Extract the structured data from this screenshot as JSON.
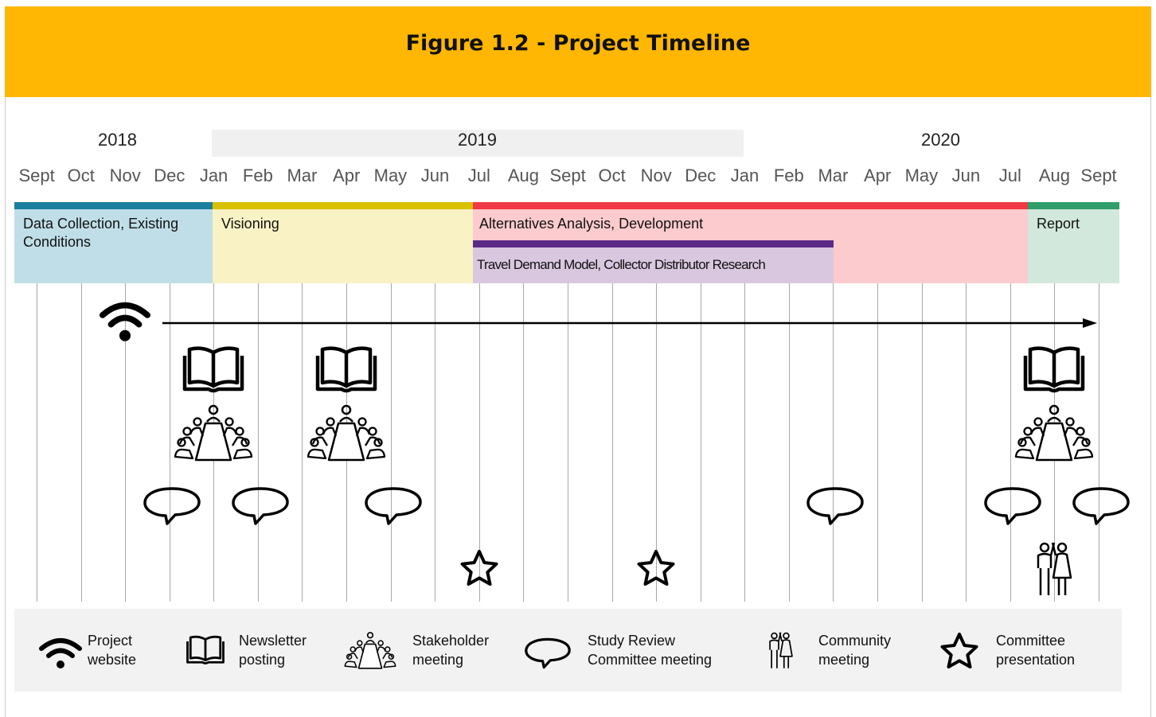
{
  "title": "Figure 1.2 - Project Timeline",
  "colors": {
    "header": "#FFB703",
    "phase_bar_1": "#1B7FA0",
    "phase_fill_1": "#C0DEE7",
    "phase_bar_2": "#D9C100",
    "phase_fill_2": "#F8F2C5",
    "phase_bar_3": "#F03B44",
    "phase_fill_3": "#FBCBCE",
    "phase_bar_4": "#2E9E6B",
    "phase_fill_4": "#D2E8DC",
    "subphase_bar": "#5B2A86",
    "subphase_fill": "#D9C7DF"
  },
  "years": [
    "2018",
    "2019",
    "2020"
  ],
  "months": [
    "Sept",
    "Oct",
    "Nov",
    "Dec",
    "Jan",
    "Feb",
    "Mar",
    "Apr",
    "May",
    "Jun",
    "Jul",
    "Aug",
    "Sept",
    "Oct",
    "Nov",
    "Dec",
    "Jan",
    "Feb",
    "Mar",
    "Apr",
    "May",
    "Jun",
    "Jul",
    "Aug",
    "Sept"
  ],
  "phases": [
    {
      "label": "Data Collection, Existing Conditions",
      "start": "Sept 2018",
      "end": "Dec 2018"
    },
    {
      "label": "Visioning",
      "start": "Jan 2019",
      "end": "Jun 2019"
    },
    {
      "label": "Alternatives Analysis, Development",
      "start": "Jul 2019",
      "end": "Jul 2020"
    },
    {
      "label": "Report",
      "start": "Aug 2020",
      "end": "Sept 2020"
    }
  ],
  "subphase": {
    "label": "Travel Demand Model, Collector Distributor Research",
    "start": "Jul 2019",
    "end": "Mar 2020"
  },
  "events": {
    "project_website": [
      "Nov 2018"
    ],
    "newsletter_posting": [
      "Jan 2019",
      "Apr 2019",
      "Aug 2020"
    ],
    "stakeholder_meeting": [
      "Jan 2019",
      "Apr 2019",
      "Aug 2020"
    ],
    "study_review_committee_meeting": [
      "Dec 2018",
      "Feb 2019",
      "May 2019",
      "Mar 2020",
      "Jul 2020",
      "Sept 2020"
    ],
    "committee_presentation": [
      "Jul 2019",
      "Nov 2019"
    ],
    "community_meeting": [
      "Aug 2020"
    ]
  },
  "legend": [
    {
      "icon": "wifi-icon",
      "label1": "Project",
      "label2": "website"
    },
    {
      "icon": "book-icon",
      "label1": "Newsletter",
      "label2": "posting"
    },
    {
      "icon": "meeting-icon",
      "label1": "Stakeholder",
      "label2": "meeting"
    },
    {
      "icon": "speech-bubble-icon",
      "label1": "Study Review",
      "label2": "Committee meeting"
    },
    {
      "icon": "people-icon",
      "label1": "Community",
      "label2": "meeting"
    },
    {
      "icon": "star-icon",
      "label1": "Committee",
      "label2": "presentation"
    }
  ]
}
